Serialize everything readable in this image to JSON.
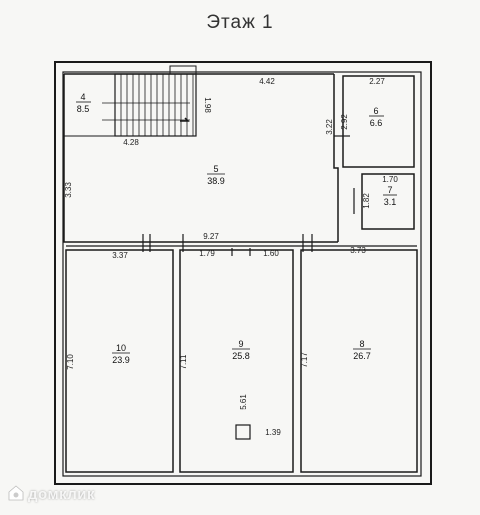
{
  "title": "Этаж 1",
  "colors": {
    "wall": "#1a1a1a",
    "paper": "#f7f7f5",
    "line": "#111111"
  },
  "watermark": "домклик",
  "rooms": [
    {
      "id": "room-4",
      "number": "4",
      "area": "8.5"
    },
    {
      "id": "room-5",
      "number": "5",
      "area": "38.9"
    },
    {
      "id": "room-6",
      "number": "6",
      "area": "6.6"
    },
    {
      "id": "room-7",
      "number": "7",
      "area": "3.1"
    },
    {
      "id": "room-8",
      "number": "8",
      "area": "26.7"
    },
    {
      "id": "room-9",
      "number": "9",
      "area": "25.8"
    },
    {
      "id": "room-10",
      "number": "10",
      "area": "23.9"
    }
  ],
  "dimensions": {
    "top_4_42": "4.42",
    "room6_width": "2.27",
    "stair_1_98": "1.98",
    "stair_4_28": "4.28",
    "left_3_33": "3.33",
    "r6_3_22": "3.22",
    "r6_2_92": "2.92",
    "r7_1_70": "1.70",
    "r7_1_82": "1.82",
    "mid_3_37": "3.37",
    "mid_9_27": "9.27",
    "mid_1_79": "1.79",
    "mid_1_60": "1.60",
    "mid_3_73": "3.73",
    "r10_7_10": "7.10",
    "r9_7_11": "7.11",
    "r8_7_17": "7.17",
    "r9_5_61": "5.61",
    "r9_1_39": "1.39"
  }
}
